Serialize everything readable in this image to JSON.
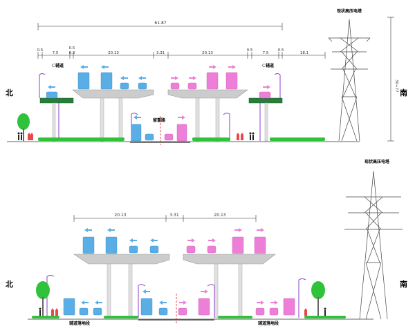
{
  "labels": {
    "north": "北",
    "south": "南",
    "tower": "现状高压电塔",
    "center_road": "留重路",
    "aux_road": "辅道",
    "aux_marker": "C",
    "ground_road": "辅道落地段"
  },
  "dimensions": {
    "total_width": "61.87",
    "half_deck": "20.13",
    "median": "3.31",
    "aux_width": "7.5",
    "small_gap": "0.5",
    "small_gap_stack": "0.3",
    "tower_offset": "18.1",
    "tower_height": "30+77"
  },
  "colors": {
    "north_traffic": "#5aaee6",
    "south_traffic": "#ee7fd8",
    "structure": "#a8a8a8",
    "dimension": "#333333",
    "tower": "#444444",
    "vegetation": "#2fc23a",
    "pedestrian": "#e84848",
    "lamp": "#8b3ec8",
    "center_line": "#e02020",
    "deck_green": "#1a8f3a"
  }
}
